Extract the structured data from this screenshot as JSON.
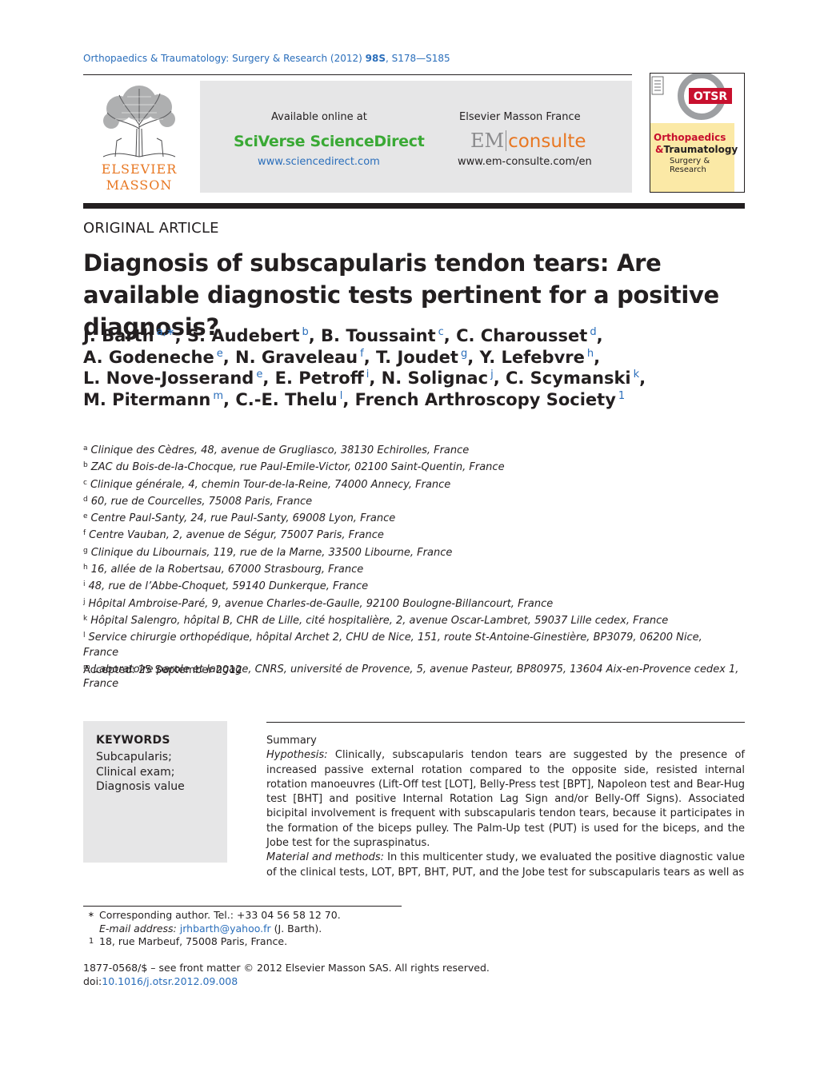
{
  "journal_ref": {
    "prefix": "Orthopaedics & Traumatology: Surgery & Research (2012) ",
    "volume": "98S",
    "pages": ", S178—S185"
  },
  "publisher": {
    "elsevier_line1": "ELSEVIER",
    "elsevier_line2": "MASSON",
    "available": "Available online at",
    "sciverse": "SciVerse ScienceDirect",
    "sd_url": "www.sciencedirect.com",
    "emf": "Elsevier Masson France",
    "em": "EM",
    "consulte": "consulte",
    "em_url": "www.em-consulte.com/en"
  },
  "cover": {
    "badge": "OTSR",
    "title1": "Orthopaedics",
    "amp": "&",
    "title2": "Traumatology",
    "title3": "Surgery & Research"
  },
  "article": {
    "type": "ORIGINAL ARTICLE",
    "title": "Diagnosis of subscapularis tendon tears: Are available diagnostic tests pertinent for a positive diagnosis?"
  },
  "authors": [
    {
      "name": "J. Barth",
      "sup": "a,∗",
      "sep": ", "
    },
    {
      "name": "S. Audebert",
      "sup": "b",
      "sep": ", "
    },
    {
      "name": "B. Toussaint",
      "sup": "c",
      "sep": ", "
    },
    {
      "name": "C. Charousset",
      "sup": "d",
      "sep": ", "
    },
    {
      "name": "A. Godeneche",
      "sup": "e",
      "sep": ", "
    },
    {
      "name": "N. Graveleau",
      "sup": "f",
      "sep": ", "
    },
    {
      "name": "T. Joudet",
      "sup": "g",
      "sep": ", "
    },
    {
      "name": "Y. Lefebvre",
      "sup": "h",
      "sep": ", "
    },
    {
      "name": "L. Nove-Josserand",
      "sup": "e",
      "sep": ", "
    },
    {
      "name": "E. Petroff",
      "sup": "i",
      "sep": ", "
    },
    {
      "name": "N. Solignac",
      "sup": "j",
      "sep": ", "
    },
    {
      "name": "C. Scymanski",
      "sup": "k",
      "sep": ", "
    },
    {
      "name": "M. Pitermann",
      "sup": "m",
      "sep": ", "
    },
    {
      "name": "C.-E. Thelu",
      "sup": "l",
      "sep": ", "
    },
    {
      "name": "French Arthroscopy Society",
      "sup": "1",
      "sep": ""
    }
  ],
  "affiliations": [
    {
      "label": "a",
      "text": "Clinique des Cèdres, 48, avenue de Grugliasco, 38130 Echirolles, France"
    },
    {
      "label": "b",
      "text": "ZAC du Bois-de-la-Chocque, rue Paul-Emile-Victor, 02100 Saint-Quentin, France"
    },
    {
      "label": "c",
      "text": "Clinique générale, 4, chemin Tour-de-la-Reine, 74000 Annecy, France"
    },
    {
      "label": "d",
      "text": "60, rue de Courcelles, 75008 Paris, France"
    },
    {
      "label": "e",
      "text": "Centre Paul-Santy, 24, rue Paul-Santy, 69008 Lyon, France"
    },
    {
      "label": "f",
      "text": "Centre Vauban, 2, avenue de Ségur, 75007 Paris, France"
    },
    {
      "label": "g",
      "text": "Clinique du Libournais, 119, rue de la Marne, 33500 Libourne, France"
    },
    {
      "label": "h",
      "text": "16, allée de la Robertsau, 67000 Strasbourg, France"
    },
    {
      "label": "i",
      "text": "48, rue de l’Abbe-Choquet, 59140 Dunkerque, France"
    },
    {
      "label": "j",
      "text": "Hôpital Ambroise-Paré, 9, avenue Charles-de-Gaulle, 92100 Boulogne-Billancourt, France"
    },
    {
      "label": "k",
      "text": "Hôpital Salengro, hôpital B, CHR de Lille, cité hospitalière, 2, avenue Oscar-Lambret, 59037 Lille cedex, France"
    },
    {
      "label": "l",
      "text": "Service chirurgie orthopédique, hôpital Archet 2, CHU de Nice, 151, route St-Antoine-Ginestière, BP3079, 06200 Nice, France"
    },
    {
      "label": "m",
      "text": "Laboratoire parole et langage, CNRS, université de Provence, 5, avenue Pasteur, BP80975, 13604 Aix-en-Provence cedex 1, France"
    }
  ],
  "accepted": "Accepted: 25 September 2012",
  "keywords": {
    "title": "KEYWORDS",
    "items": [
      "Subcapularis;",
      "Clinical exam;",
      "Diagnosis value"
    ]
  },
  "summary": {
    "heading": "Summary",
    "hyp_label": "Hypothesis:",
    "hyp_text": " Clinically, subscapularis tendon tears are suggested by the presence of increased passive external rotation compared to the opposite side, resisted internal rotation manoeuvres (Lift-Off test [LOT], Belly-Press test [BPT], Napoleon test and Bear-Hug test [BHT] and positive Internal Rotation Lag Sign and/or Belly-Off Signs). Associated bicipital involvement is frequent with subscapularis tendon tears, because it participates in the formation of the biceps pulley. The Palm-Up test (PUT) is used for the biceps, and the Jobe test for the supraspinatus.",
    "mm_label": "Material and methods:",
    "mm_text": " In this multicenter study, we evaluated the positive diagnostic value of the clinical tests, LOT, BPT, BHT, PUT, and the Jobe test for subscapularis tears as well as"
  },
  "footnotes": {
    "corr_mark": "∗",
    "corr_text": "Corresponding author. Tel.: +33 04 56 58 12 70.",
    "email_label": "E-mail address:",
    "email": "jrhbarth@yahoo.fr",
    "email_suffix": " (J. Barth).",
    "fn1_mark": "1",
    "fn1_text": "18, rue Marbeuf, 75008 Paris, France."
  },
  "copyright": {
    "issn_line": "1877-0568/$ – see front matter © 2012 Elsevier Masson SAS. All rights reserved.",
    "doi_label": "doi:",
    "doi": "10.1016/j.otsr.2012.09.008"
  },
  "colors": {
    "link_blue": "#2a6ebb",
    "sciverse_green": "#3aa935",
    "elsevier_orange": "#e87722",
    "otsr_red": "#c8102e"
  }
}
